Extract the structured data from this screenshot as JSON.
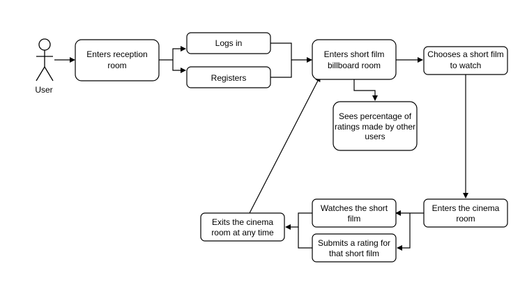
{
  "diagram": {
    "actor": {
      "label": "User"
    },
    "nodes": {
      "reception": [
        "Enters reception",
        "room"
      ],
      "login": [
        "Logs in"
      ],
      "register": [
        "Registers"
      ],
      "billboard": [
        "Enters short film",
        "billboard room"
      ],
      "choose": [
        "Chooses a short film",
        "to watch"
      ],
      "percentage": [
        "Sees percentage of",
        "ratings made by other",
        "users"
      ],
      "cinema": [
        "Enters the cinema",
        "room"
      ],
      "watch": [
        "Watches the short",
        "film"
      ],
      "rate": [
        "Submits a rating for",
        "that short film"
      ],
      "exit": [
        "Exits the cinema",
        "room at any time"
      ]
    }
  },
  "colors": {
    "stroke": "#000000",
    "fill": "#ffffff",
    "text": "#000000"
  }
}
